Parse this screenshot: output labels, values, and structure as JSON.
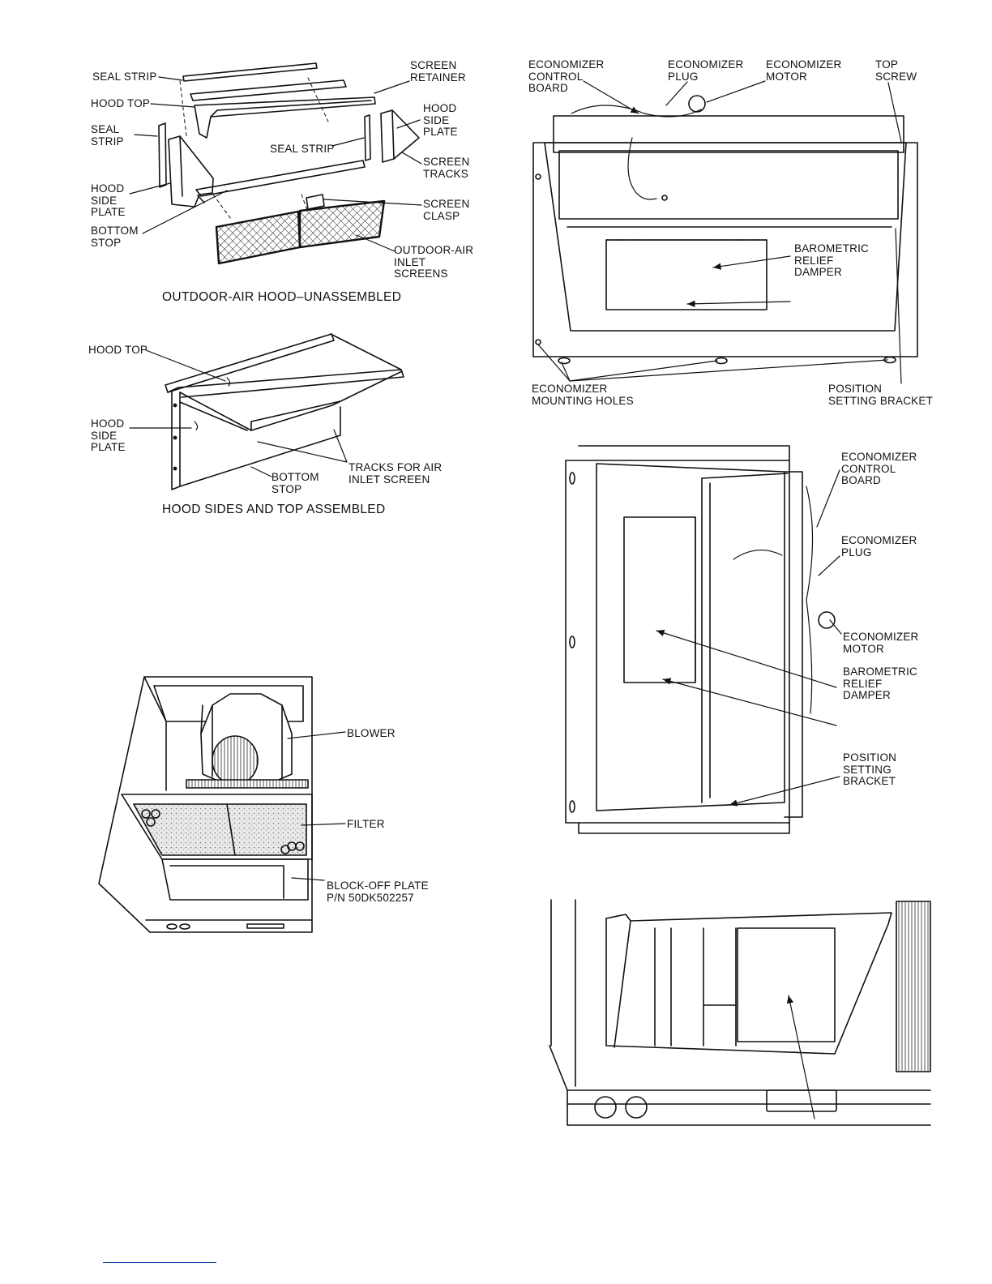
{
  "figure_hood_unassembled": {
    "caption": "OUTDOOR-AIR HOOD–UNASSEMBLED",
    "labels": {
      "seal_strip_top": "SEAL STRIP",
      "hood_top": "HOOD TOP",
      "seal_strip_left": "SEAL\nSTRIP",
      "hood_side_plate_left": "HOOD\nSIDE\nPLATE",
      "bottom_stop": "BOTTOM\nSTOP",
      "seal_strip_mid": "SEAL STRIP",
      "screen_retainer": "SCREEN\nRETAINER",
      "hood_side_plate_right": "HOOD\nSIDE\nPLATE",
      "screen_tracks": "SCREEN\nTRACKS",
      "screen_clasp": "SCREEN\nCLASP",
      "outdoor_air_inlet_screens": "OUTDOOR-AIR\nINLET\nSCREENS"
    }
  },
  "figure_hood_assembled": {
    "caption": "HOOD SIDES AND TOP ASSEMBLED",
    "labels": {
      "hood_top": "HOOD TOP",
      "hood_side_plate": "HOOD\nSIDE\nPLATE",
      "bottom_stop": "BOTTOM\nSTOP",
      "tracks": "TRACKS FOR AIR\nINLET SCREEN"
    }
  },
  "figure_blower": {
    "labels": {
      "blower": "BLOWER",
      "filter": "FILTER",
      "block_off_plate": "BLOCK-OFF PLATE\nP/N 50DK502257"
    }
  },
  "figure_economizer_top": {
    "labels": {
      "control_board": "ECONOMIZER\nCONTROL\nBOARD",
      "plug": "ECONOMIZER\nPLUG",
      "motor": "ECONOMIZER\nMOTOR",
      "top_screw": "TOP\nSCREW",
      "relief_damper": "BAROMETRIC\nRELIEF\nDAMPER",
      "mounting_holes": "ECONOMIZER\nMOUNTING HOLES",
      "position_bracket": "POSITION\nSETTING BRACKET"
    }
  },
  "figure_economizer_side": {
    "labels": {
      "control_board": "ECONOMIZER\nCONTROL\nBOARD",
      "plug": "ECONOMIZER\nPLUG",
      "motor": "ECONOMIZER\nMOTOR",
      "relief_damper": "BAROMETRIC\nRELIEF\nDAMPER",
      "position_bracket": "POSITION\nSETTING\nBRACKET"
    }
  }
}
